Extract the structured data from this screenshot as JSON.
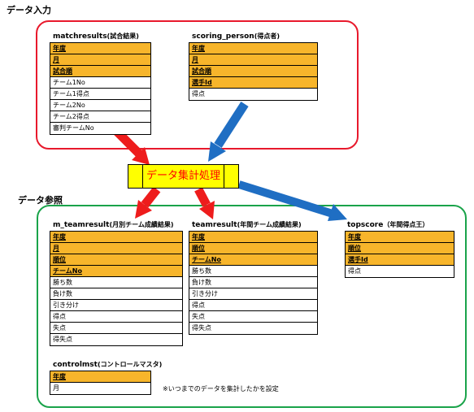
{
  "sections": {
    "input_label": "データ入力",
    "reference_label": "データ参照"
  },
  "process": {
    "label": "データ集計処理"
  },
  "tables": {
    "matchresults": {
      "name": "matchresults",
      "desc": "(試合結果)",
      "rows": [
        "年度",
        "月",
        "試合順",
        "チーム1No",
        "チーム1得点",
        "チーム2No",
        "チーム2得点",
        "審判チームNo"
      ]
    },
    "scoring_person": {
      "name": "scoring_person",
      "desc": "(得点者)",
      "rows": [
        "年度",
        "月",
        "試合順",
        "選手Id",
        "得点"
      ]
    },
    "m_teamresult": {
      "name": "m_teamresult",
      "desc": "(月別チーム成績結果)",
      "rows": [
        "年度",
        "月",
        "順位",
        "チームNo",
        "勝ち数",
        "負け数",
        "引き分け",
        "得点",
        "失点",
        "得失点"
      ]
    },
    "teamresult": {
      "name": "teamresult",
      "desc": "(年間チーム成績結果)",
      "rows": [
        "年度",
        "順位",
        "チームNo",
        "勝ち数",
        "負け数",
        "引き分け",
        "得点",
        "失点",
        "得失点"
      ]
    },
    "topscore": {
      "name": "topscore",
      "desc": "（年間得点王）",
      "rows": [
        "年度",
        "順位",
        "選手Id",
        "得点"
      ]
    },
    "controlmst": {
      "name": "controlmst",
      "desc": "(コントロールマスタ)",
      "rows": [
        "年度",
        "月"
      ]
    }
  },
  "note": "※いつまでのデータを集計したかを設定",
  "colors": {
    "input_border": "#e8192c",
    "reference_border": "#1aa34a",
    "key_fill": "#f7b52b",
    "process_fill": "#ffff00",
    "process_text": "#ff0000",
    "arrow_red": "#ee1c1c",
    "arrow_blue": "#1f6ec3"
  }
}
